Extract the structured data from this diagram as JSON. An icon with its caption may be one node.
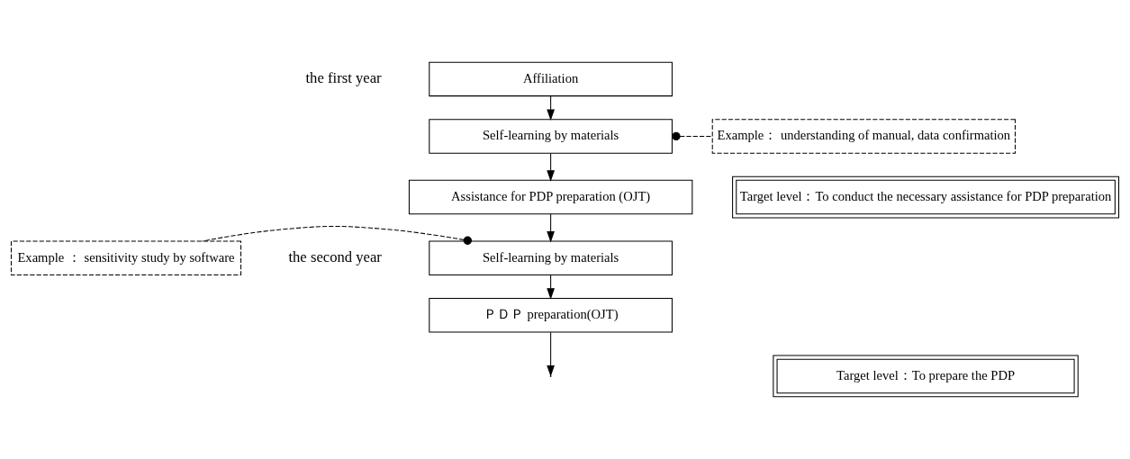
{
  "diagram": {
    "nodes": [
      {
        "text": [
          "Affiliation"
        ]
      },
      {
        "text": [
          "Self-learning by materials"
        ]
      },
      {
        "text": [
          "Assistance for PDP preparation (OJT)"
        ]
      },
      {
        "text": [
          "Example： understanding of manual, data confirmation"
        ]
      },
      {
        "text": [
          "Target level：To conduct the necessary assistance for PDP preparation"
        ]
      },
      {
        "text": [
          "Self-learning by materials"
        ]
      },
      {
        "text": [
          "ＰＤＰ preparation(OJT)"
        ]
      },
      {
        "text": [
          "Example ： sensitivity study by software"
        ]
      },
      {
        "text": [
          "Target level：To prepare the PDP"
        ]
      }
    ],
    "edges": [
      {
        "from": 0,
        "to": 1,
        "arrow": "to"
      },
      {
        "from": 1,
        "to": 2,
        "arrow": "to"
      },
      {
        "from": 2,
        "to": 5,
        "arrow": "to"
      },
      {
        "from": 5,
        "to": 6,
        "arrow": "to"
      },
      {
        "from": 6,
        "to": null,
        "arrow": "to"
      },
      {
        "from": 1,
        "to": 3,
        "arrow": "other",
        "style": "dashed"
      },
      {
        "from": 5,
        "to": 7,
        "arrow": "other",
        "style": "dashed"
      }
    ],
    "labels": [
      "the first year",
      "the second year"
    ]
  }
}
